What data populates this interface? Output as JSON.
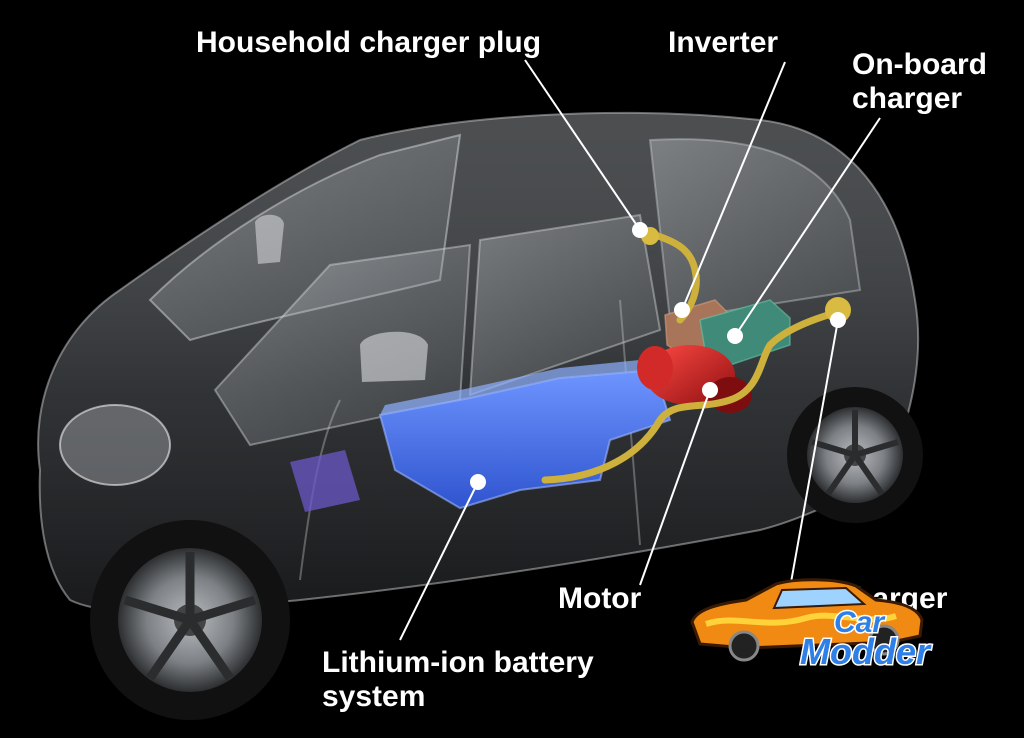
{
  "labels": {
    "household_charger_plug": "Household charger plug",
    "inverter": "Inverter",
    "onboard_charger_line1": "On-board",
    "onboard_charger_line2": "charger",
    "motor": "Motor",
    "battery_line1": "Lithium-ion battery",
    "battery_line2": "system",
    "quick_charger_partial": "harger"
  },
  "watermark": {
    "line1": "Car",
    "line2": "Modder"
  },
  "colors": {
    "background": "#000000",
    "label_text": "#ffffff",
    "battery": "#3f6de8",
    "inverter_box": "#a9755a",
    "charger_box": "#3f8a78",
    "motor": "#c41f22",
    "cable": "#cdb13c",
    "small_box": "#6b58c8"
  }
}
